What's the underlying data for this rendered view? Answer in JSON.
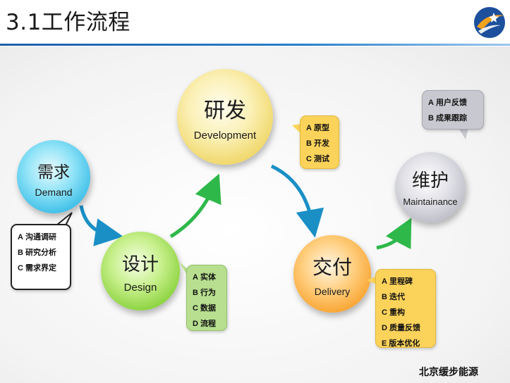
{
  "title": "3.1工作流程",
  "company": "北京缓步能源",
  "colors": {
    "title_rule": "#1f5fa8",
    "arrow_blue": "#1a8fc6",
    "arrow_green": "#2eb84a"
  },
  "nodes": {
    "demand": {
      "zh": "需求",
      "en": "Demand"
    },
    "design": {
      "zh": "设计",
      "en": "Design"
    },
    "development": {
      "zh": "研发",
      "en": "Development"
    },
    "delivery": {
      "zh": "交付",
      "en": "Delivery"
    },
    "maintenance": {
      "zh": "维护",
      "en": "Maintainance"
    }
  },
  "callouts": {
    "demand": [
      {
        "key": "A",
        "text": "沟通调研"
      },
      {
        "key": "B",
        "text": "研究分析"
      },
      {
        "key": "C",
        "text": "需求界定"
      }
    ],
    "design": [
      {
        "key": "A",
        "text": "实体"
      },
      {
        "key": "B",
        "text": "行为"
      },
      {
        "key": "C",
        "text": "数据"
      },
      {
        "key": "D",
        "text": "流程"
      }
    ],
    "development": [
      {
        "key": "A",
        "text": "原型"
      },
      {
        "key": "B",
        "text": "开发"
      },
      {
        "key": "C",
        "text": "测试"
      }
    ],
    "delivery": [
      {
        "key": "A",
        "text": "里程碑"
      },
      {
        "key": "B",
        "text": "迭代"
      },
      {
        "key": "C",
        "text": "重构"
      },
      {
        "key": "D",
        "text": "质量反馈"
      },
      {
        "key": "E",
        "text": "版本优化"
      }
    ],
    "maintenance": [
      {
        "key": "A",
        "text": "用户反馈"
      },
      {
        "key": "B",
        "text": "成果跟踪"
      }
    ]
  }
}
